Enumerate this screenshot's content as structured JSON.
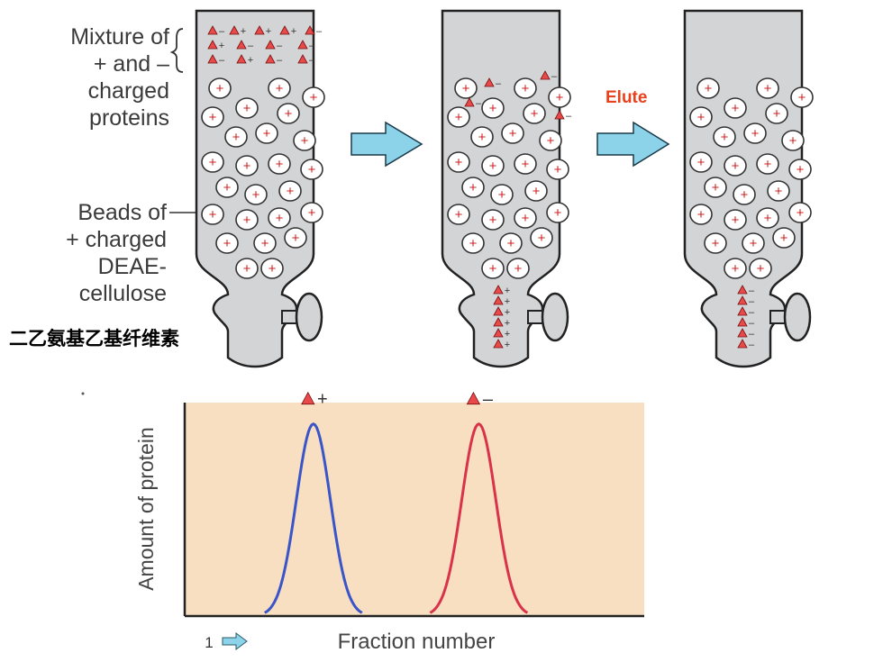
{
  "labels": {
    "mixture": [
      "Mixture of",
      "+ and –",
      "charged",
      "proteins"
    ],
    "beads": [
      "Beads of",
      "+ charged",
      "DEAE-",
      "cellulose"
    ],
    "chinese": "二乙氨基乙基纤维素",
    "elute": "Elute"
  },
  "chart_data": {
    "type": "line",
    "xlabel": "Fraction number",
    "ylabel": "Amount of protein",
    "x_start_label": "1",
    "series": [
      {
        "name": "▲+",
        "color": "#3a55c8",
        "peak_x": 0.28,
        "peak_y": 0.9
      },
      {
        "name": "▲–",
        "color": "#d8334a",
        "peak_x": 0.64,
        "peak_y": 0.9
      }
    ],
    "background": "#f8dfc1",
    "grid": false
  },
  "colors": {
    "column_fill": "#d2d4d6",
    "bead_stroke": "#333333",
    "plus_color": "#cc2222",
    "protein_fill": "#e84a4a",
    "arrow_fill": "#8cd2e8"
  }
}
